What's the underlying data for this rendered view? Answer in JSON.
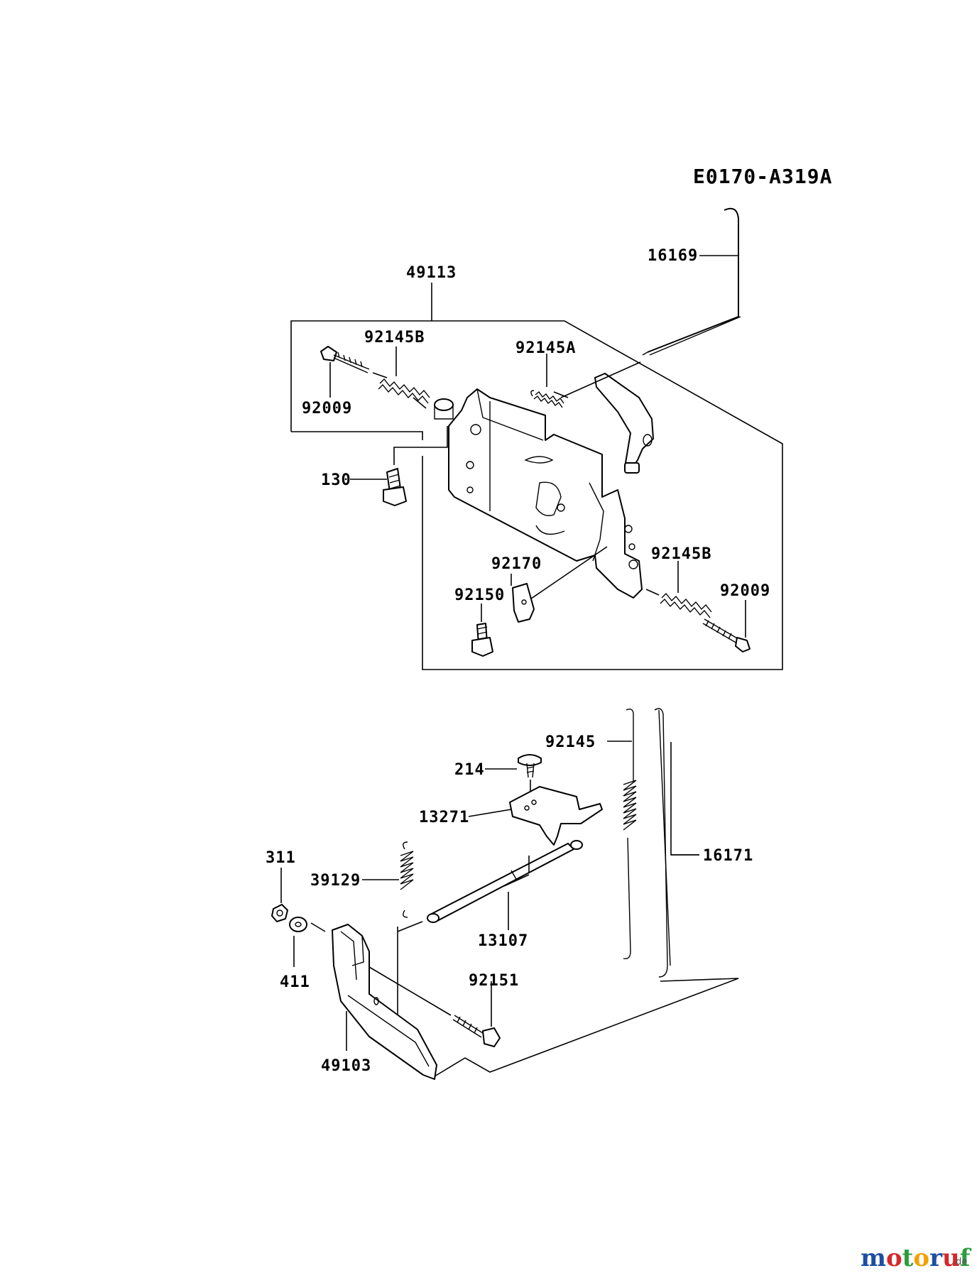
{
  "diagram": {
    "reference_code": "E0170-A319A",
    "labels": {
      "p16169": "16169",
      "p49113": "49113",
      "p92145B_top": "92145B",
      "p92145A": "92145A",
      "p92009_top": "92009",
      "p130": "130",
      "p92170": "92170",
      "p92150": "92150",
      "p92145B_bot": "92145B",
      "p92009_bot": "92009",
      "p92145": "92145",
      "p214": "214",
      "p13271": "13271",
      "p16171": "16171",
      "p311": "311",
      "p39129": "39129",
      "p13107": "13107",
      "p411": "411",
      "p92151": "92151",
      "p49103": "49103"
    }
  },
  "watermark": {
    "text": "motoruf",
    "suffix": ".de",
    "colors": [
      "#1b4fa0",
      "#d62828",
      "#2a9d3a",
      "#f4a100"
    ]
  }
}
